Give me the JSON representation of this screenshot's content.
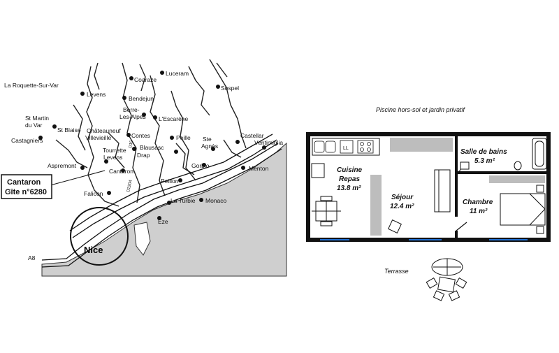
{
  "map": {
    "towns": [
      "La Roquette-Sur-Var",
      "Levens",
      "Coaraze",
      "Luceram",
      "Sospel",
      "Bendejun",
      "Berre-",
      "Les-Alpes",
      "L'Escarène",
      "St Martin",
      "du Var",
      "St Blaise",
      "Châteauneuf",
      "Villevieille",
      "Contes",
      "Castagniers",
      "Tourrette",
      "Levens",
      "Drap",
      "Blausasc",
      "Peille",
      "Ste",
      "Agnès",
      "Castellar",
      "Ventimiglia",
      "Aspremont",
      "Cantaron",
      "Gorbio",
      "Menton",
      "Peillon",
      "Falicon",
      "La Turbie",
      "Monaco",
      "Eze"
    ],
    "city": "Nice",
    "highway": "A8",
    "road_d2204": "D2204",
    "road_d15": "D15",
    "callout_line1": "Cantaron",
    "callout_line2": "Gîte n°6280"
  },
  "plan": {
    "header": "Piscine hors-sol et jardin privatif",
    "rooms": [
      {
        "name": "Cuisine",
        "name2": "Repas",
        "area": "13.8 m²"
      },
      {
        "name": "Séjour",
        "area": "12.4 m²"
      },
      {
        "name": "Salle de bains",
        "area": "5.3 m²"
      },
      {
        "name": "Chambre",
        "area": "11 m²"
      }
    ],
    "terrace": "Terrasse",
    "appliance_label": "LL"
  },
  "colors": {
    "ink": "#111111",
    "land": "#cfcfcf",
    "window": "#1f6fd1"
  }
}
